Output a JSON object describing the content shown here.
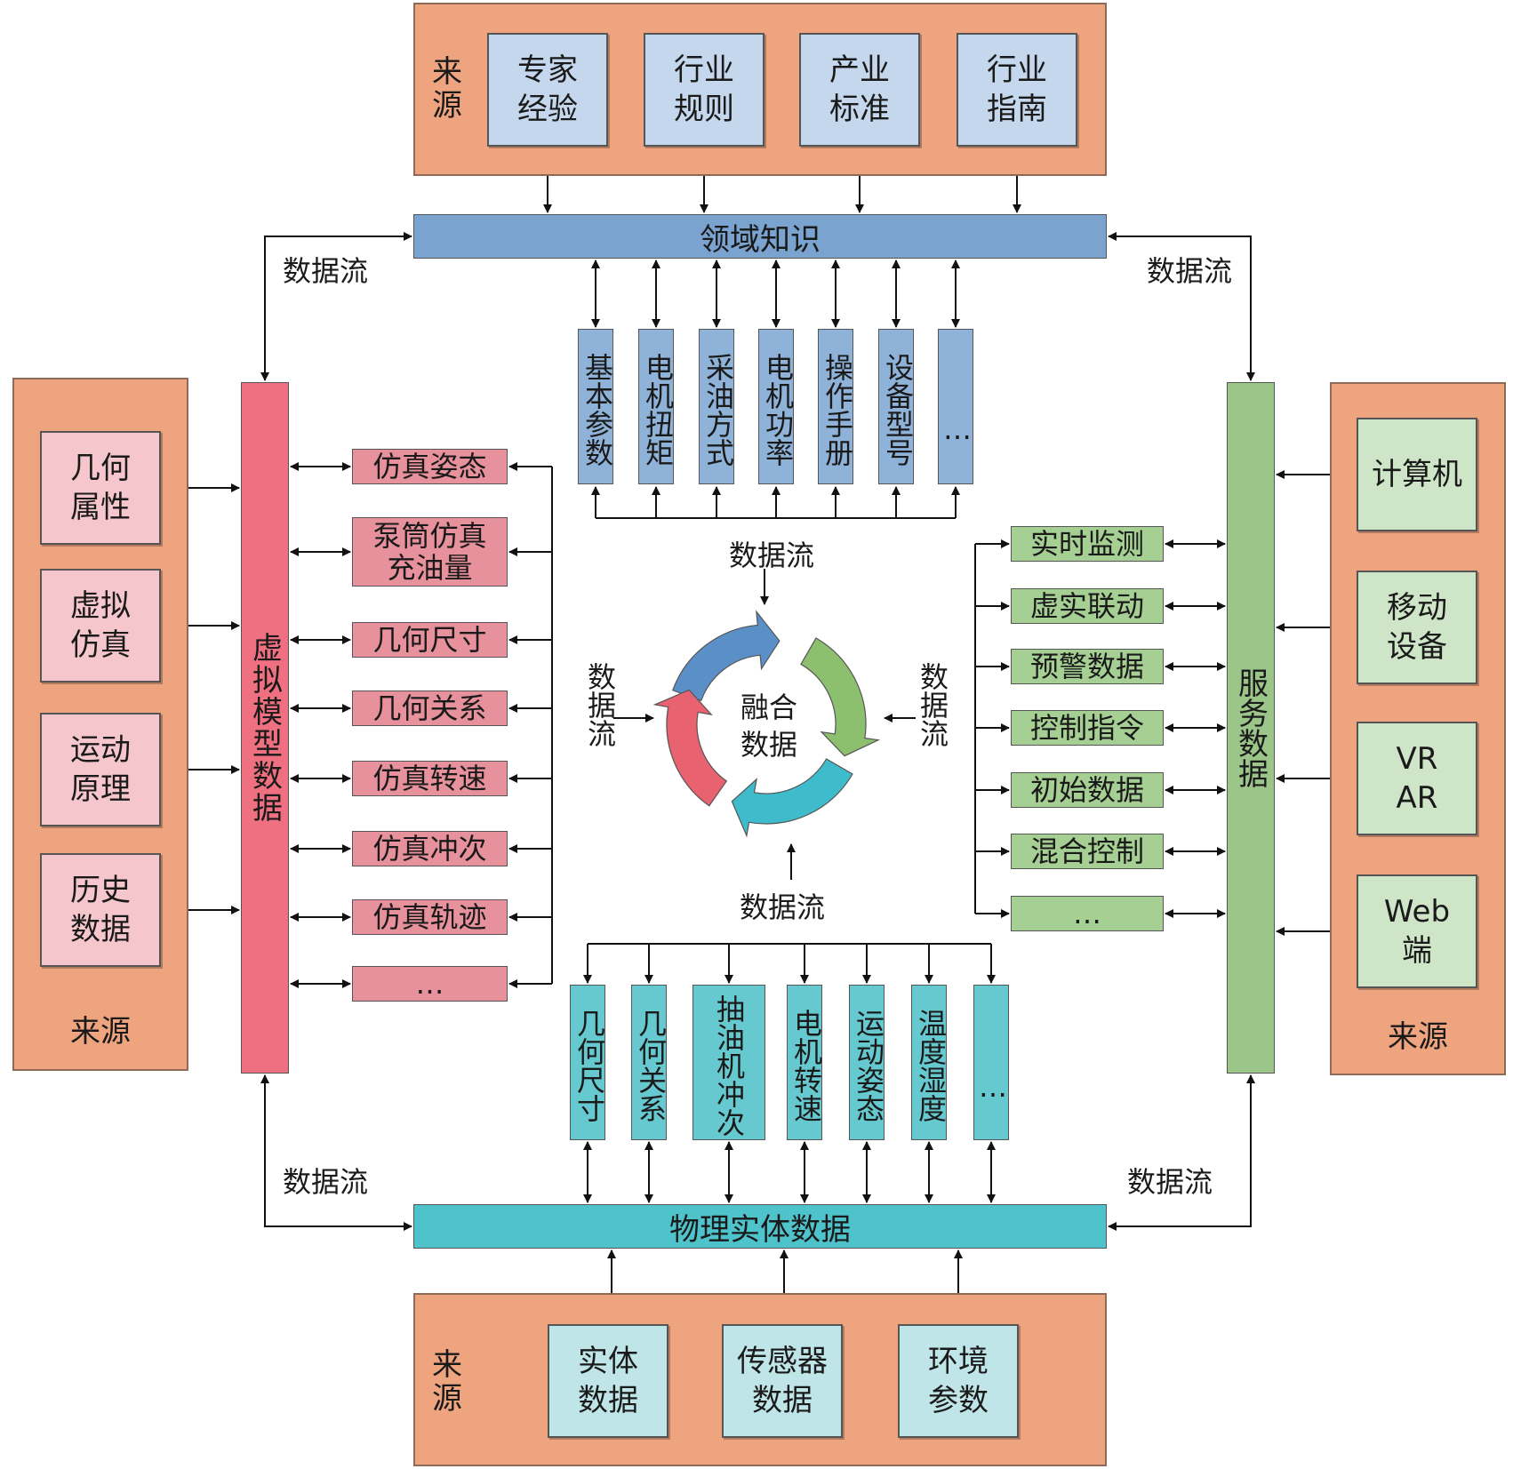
{
  "labels": {
    "source": "来源",
    "source_v": "来\n源",
    "data_flow": "数据流",
    "center": "融合\n数据"
  },
  "top": {
    "boxes": [
      "专家\n经验",
      "行业\n规则",
      "产业\n标准",
      "行业\n指南"
    ],
    "bar": "领域知识",
    "tags": [
      "基本参数",
      "电机扭矩",
      "采油方式",
      "电机功率",
      "操作手册",
      "设备型号",
      "…"
    ]
  },
  "left": {
    "boxes": [
      "几何\n属性",
      "虚拟\n仿真",
      "运动\n原理",
      "历史\n数据"
    ],
    "bar": "虚拟模型数据",
    "tags": [
      "仿真姿态",
      "泵筒仿真\n充油量",
      "几何尺寸",
      "几何关系",
      "仿真转速",
      "仿真冲次",
      "仿真轨迹",
      "…"
    ]
  },
  "right": {
    "boxes": [
      "计算机",
      "移动\n设备",
      "VR\nAR",
      "Web\n端"
    ],
    "bar": "服务数据",
    "tags": [
      "实时监测",
      "虚实联动",
      "预警数据",
      "控制指令",
      "初始数据",
      "混合控制",
      "…"
    ]
  },
  "bottom": {
    "boxes": [
      "实体\n数据",
      "传感器\n数据",
      "环境\n参数"
    ],
    "bar": "物理实体数据",
    "tags": [
      "几何尺寸",
      "几何关系",
      "抽油机冲次",
      "电机转速",
      "运动姿态",
      "温度湿度",
      "…"
    ]
  },
  "colors": {
    "source_bg": "#eea47f",
    "domain_bar": "#7aa3cf",
    "virtual_bar": "#ef7080",
    "service_bar": "#9cc58a",
    "physical_bar": "#4fc3cc",
    "cycle_blue": "#5b8fc7",
    "cycle_green": "#8dc06e",
    "cycle_cyan": "#3fbccb",
    "cycle_red": "#e8626f"
  }
}
